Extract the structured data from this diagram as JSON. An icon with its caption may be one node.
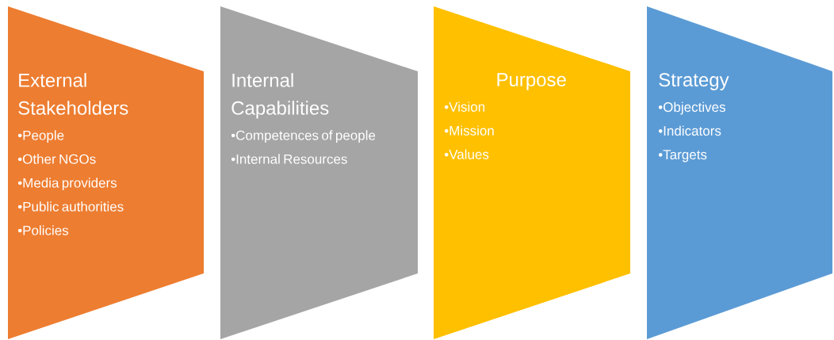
{
  "diagram": {
    "nodes": [
      {
        "text": [
          "External Stakeholders",
          "•People",
          "•Other NGOs",
          "•Media providers",
          "•Public authorities",
          "•Policies"
        ]
      },
      {
        "text": [
          "Internal Capabilities",
          "•Competences of people",
          "•Internal Resources"
        ]
      },
      {
        "text": [
          "Purpose",
          "•Vision",
          "•Mission",
          "•Values"
        ]
      },
      {
        "text": [
          "Strategy",
          "•Objectives",
          "•Indicators",
          "•Targets"
        ]
      }
    ]
  }
}
